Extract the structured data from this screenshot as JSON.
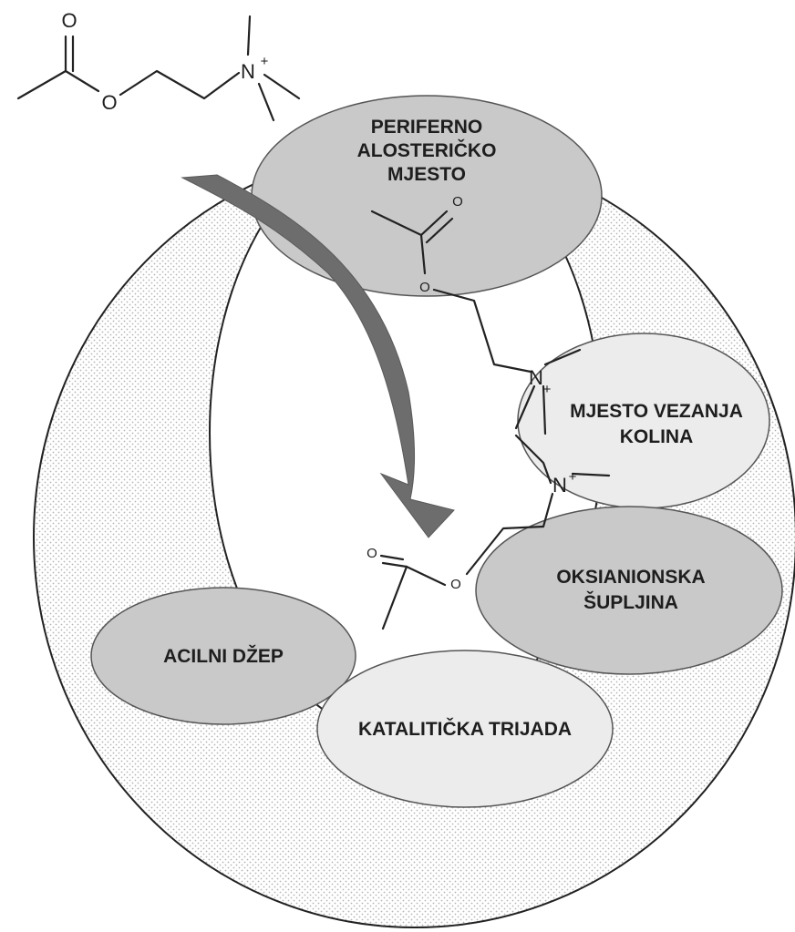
{
  "sites": {
    "peripheral": [
      "PERIFERNO",
      "ALOSTERIČKO",
      "MJESTO"
    ],
    "choline": [
      "MJESTO VEZANJA",
      "KOLINA"
    ],
    "oxyanion": [
      "OKSIANIONSKA",
      "ŠUPLJINA"
    ],
    "acyl": [
      "ACILNI DŽEP"
    ],
    "catalytic": [
      "KATALITIČKA TRIJADA"
    ]
  },
  "atoms": {
    "oxygen": "O",
    "nitrogen": "N",
    "plus": "+"
  },
  "colors": {
    "enzyme_dots": "#b4b4b4",
    "site_dark": "#c9c9c9",
    "site_light": "#ececec",
    "arrow": "#6d6d6d",
    "outline": "#222222"
  }
}
